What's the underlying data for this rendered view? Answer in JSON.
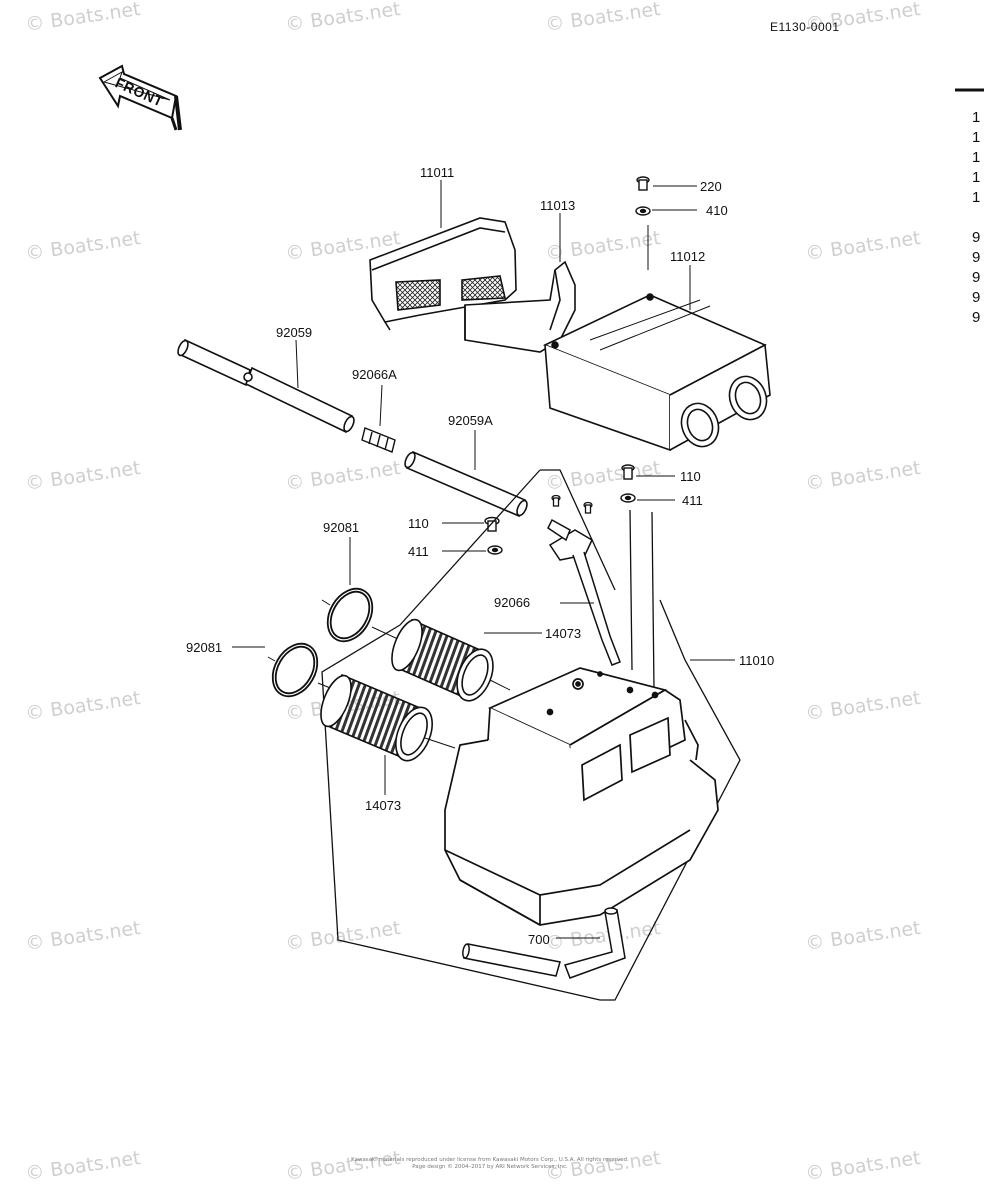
{
  "document_id": "E1130-0001",
  "front_label": "FRONT",
  "watermark": "© Boats.net",
  "copyright_lines": [
    "Kawasaki materials reproduced under license from Kawasaki Motors Corp., U.S.A. All rights reserved.",
    "Page design © 2004–2017 by ARI Network Services, Inc."
  ],
  "part_labels": {
    "p11011": "11011",
    "p11013": "11013",
    "p220": "220",
    "p410": "410",
    "p11012": "11012",
    "p92059": "92059",
    "p92066A": "92066A",
    "p92059A": "92059A",
    "p110a": "110",
    "p411a": "411",
    "p110b": "110",
    "p411b": "411",
    "p92081a": "92081",
    "p92081b": "92081",
    "p92066": "92066",
    "p14073a": "14073",
    "p14073b": "14073",
    "p11010": "11010",
    "p700": "700"
  },
  "right_column_fragments": [
    "1",
    "1",
    "1",
    "1",
    "1",
    "9",
    "9",
    "9",
    "9",
    "9"
  ]
}
